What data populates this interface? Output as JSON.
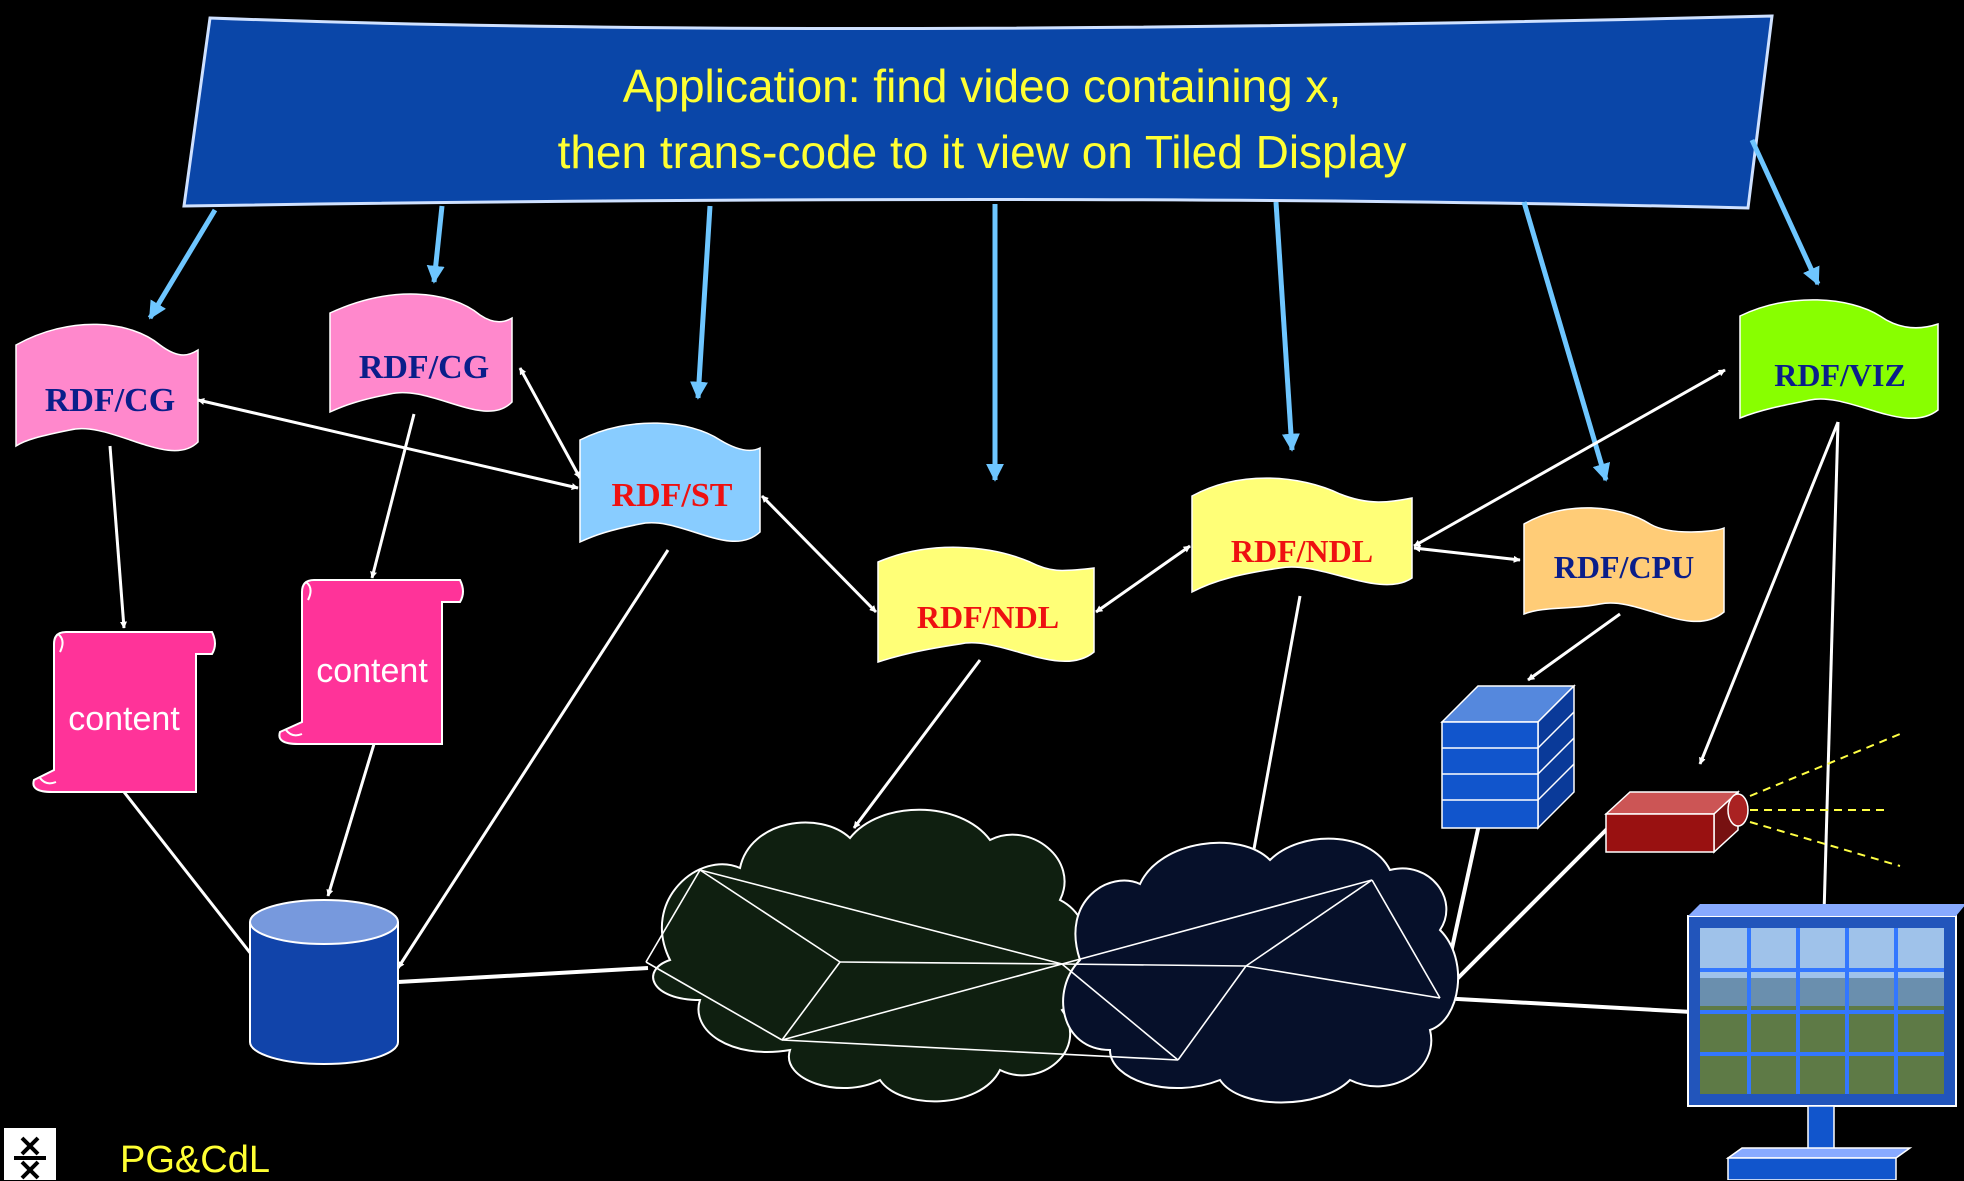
{
  "banner": {
    "line1": "Application: find video containing x,",
    "line2": "then trans-code to it view on Tiled Display"
  },
  "flags": {
    "cg_left": "RDF/CG",
    "cg_mid": "RDF/CG",
    "st": "RDF/ST",
    "ndl_low": "RDF/NDL",
    "ndl_high": "RDF/NDL",
    "cpu": "RDF/CPU",
    "viz": "RDF/VIZ"
  },
  "content": {
    "left": "content",
    "mid": "content"
  },
  "footer": {
    "text": "PG&CdL"
  },
  "colors": {
    "banner": "#0a46a8",
    "banner_text": "#ffff33",
    "arrow_blue": "#6ec6ff",
    "flag_cg": "#ff88cc",
    "flag_st": "#88ccff",
    "flag_ndl": "#ffff77",
    "flag_cpu": "#ffcc77",
    "flag_viz": "#88ff00",
    "scroll": "#ff3399",
    "cylinder": "#1144aa",
    "cloud_left": "#0f1f10",
    "cloud_right": "#06102a"
  },
  "icons": [
    "storage-cylinder-icon",
    "server-stack-icon",
    "projector-icon",
    "tiled-display-icon",
    "university-logo-icon"
  ]
}
